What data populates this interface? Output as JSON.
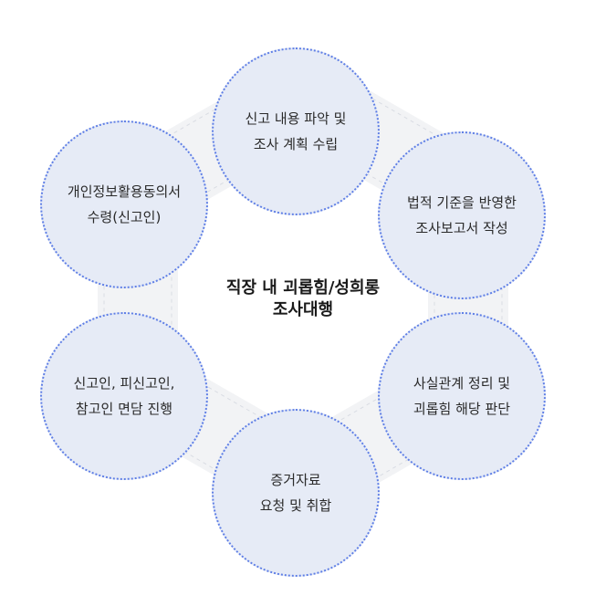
{
  "center": {
    "line1": "직장 내 괴롭힘/성희롱",
    "line2": "조사대행"
  },
  "nodes": [
    {
      "line1": "신고 내용 파악 및",
      "line2": "조사 계획 수립"
    },
    {
      "line1": "법적 기준을 반영한",
      "line2": "조사보고서 작성"
    },
    {
      "line1": "사실관계 정리 및",
      "line2": "괴롭힘 해당 판단"
    },
    {
      "line1": "증거자료",
      "line2": "요청 및 취합"
    },
    {
      "line1": "신고인, 피신고인,",
      "line2": "참고인 면담 진행"
    },
    {
      "line1": "개인정보활용동의서",
      "line2": "수령(신고인)"
    }
  ],
  "colors": {
    "circle_fill": "#e6ebf6",
    "circle_border": "#5f7fe6",
    "ring": "#f2f3f5",
    "ring_dash": "#d9dce3"
  }
}
